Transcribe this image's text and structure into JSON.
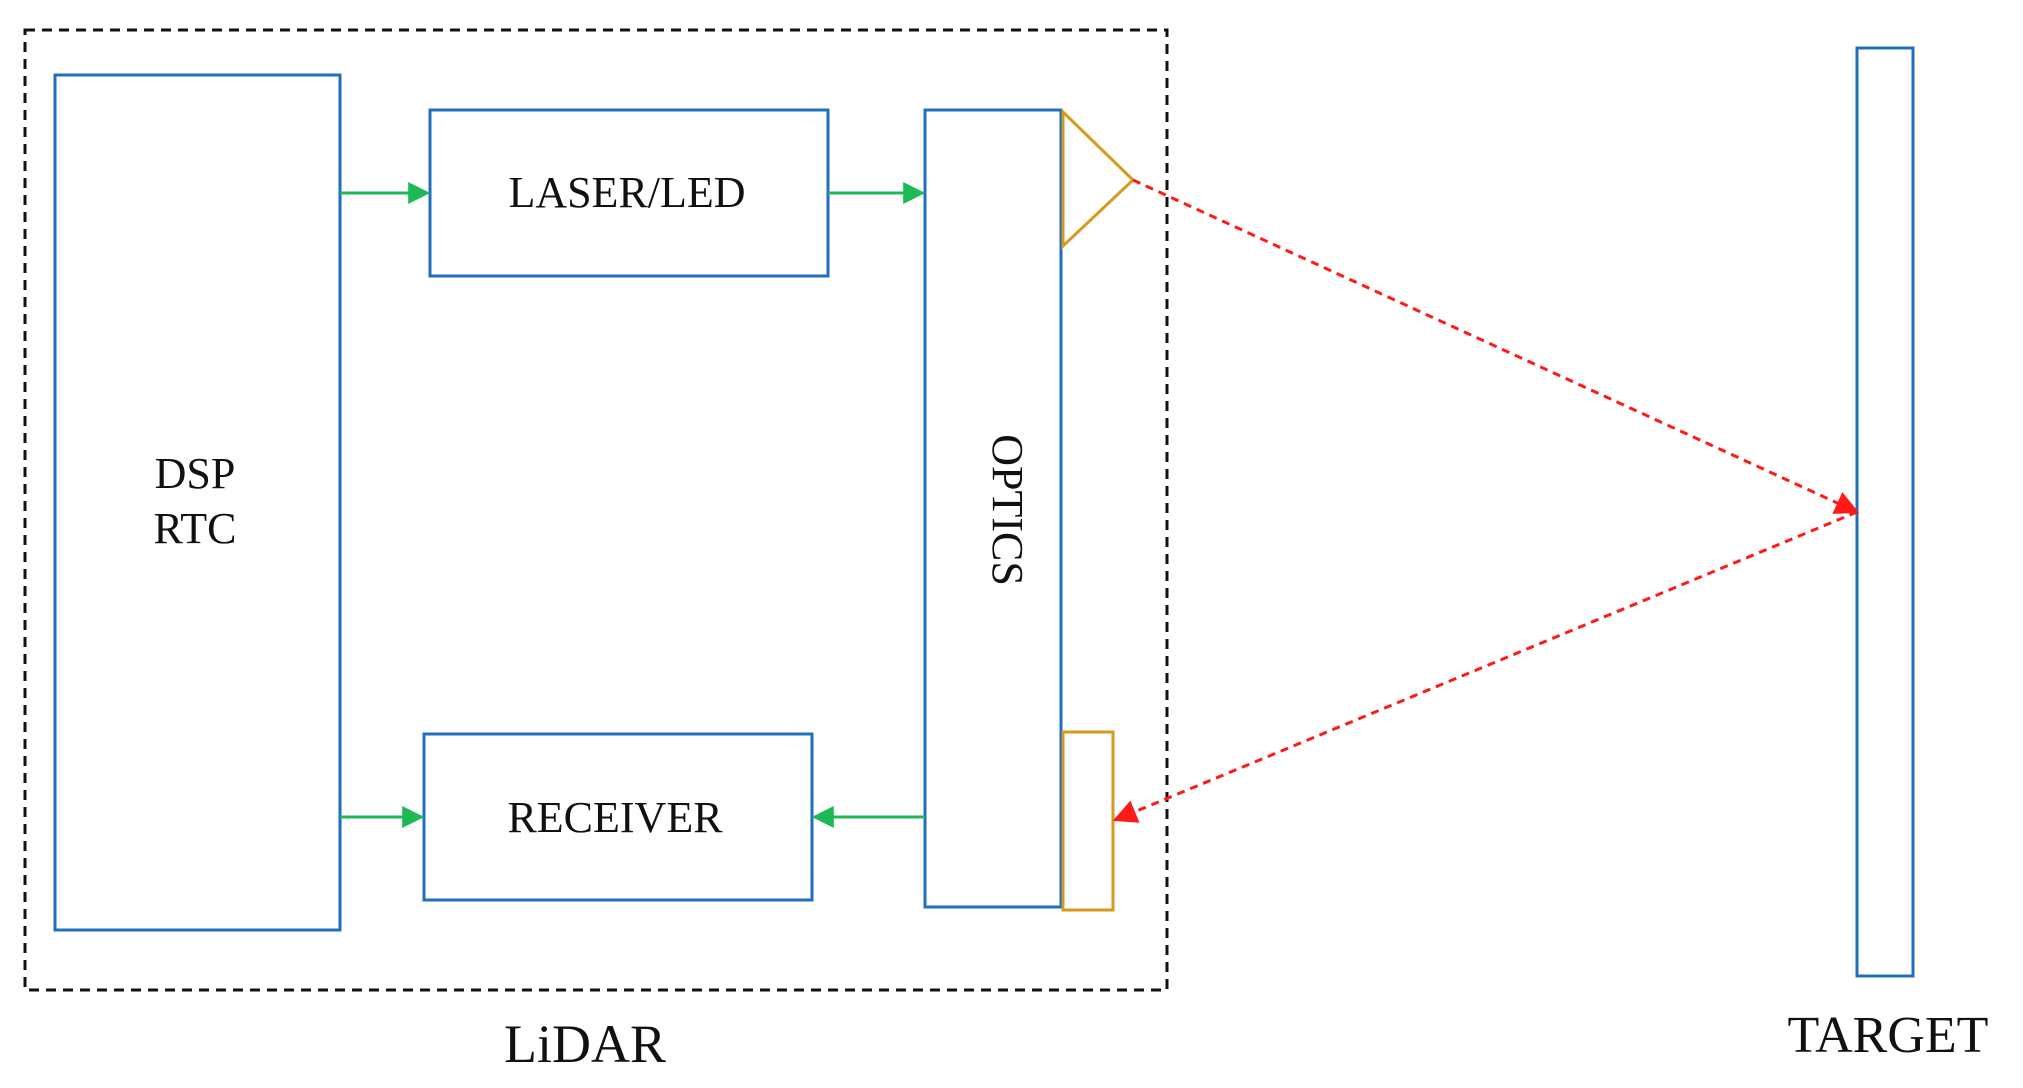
{
  "blocks": {
    "dsp_line1": "DSP",
    "dsp_line2": "RTC",
    "laser": "LASER/LED",
    "receiver": "RECEIVER",
    "optics": "OPTICS"
  },
  "labels": {
    "lidar": "LiDAR",
    "target": "TARGET"
  },
  "colors": {
    "block_border": "#1f6fbf",
    "signal_arrow": "#1db954",
    "beam": "#ff1a1a",
    "lens": "#d69a1e",
    "enclosure": "#111111"
  }
}
